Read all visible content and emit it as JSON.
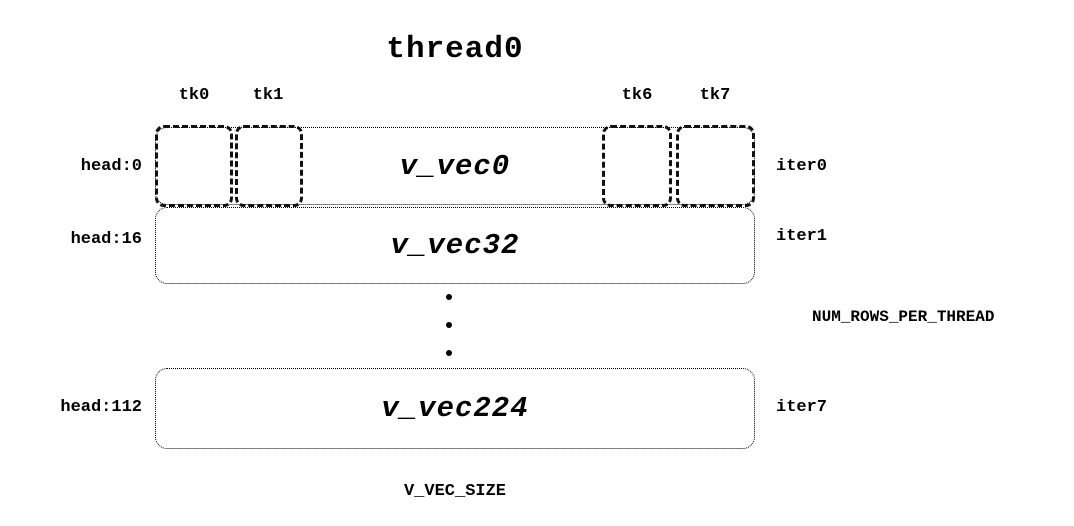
{
  "title": "thread0",
  "tick_labels": [
    "tk0",
    "tk1",
    "tk6",
    "tk7"
  ],
  "rows": [
    {
      "head": "head:0",
      "vec": "v_vec0",
      "iter": "iter0"
    },
    {
      "head": "head:16",
      "vec": "v_vec32",
      "iter": "iter1"
    },
    {
      "head": "head:112",
      "vec": "v_vec224",
      "iter": "iter7"
    }
  ],
  "annotations": {
    "rows_per_thread": "NUM_ROWS_PER_THREAD",
    "vec_size": "V_VEC_SIZE"
  }
}
